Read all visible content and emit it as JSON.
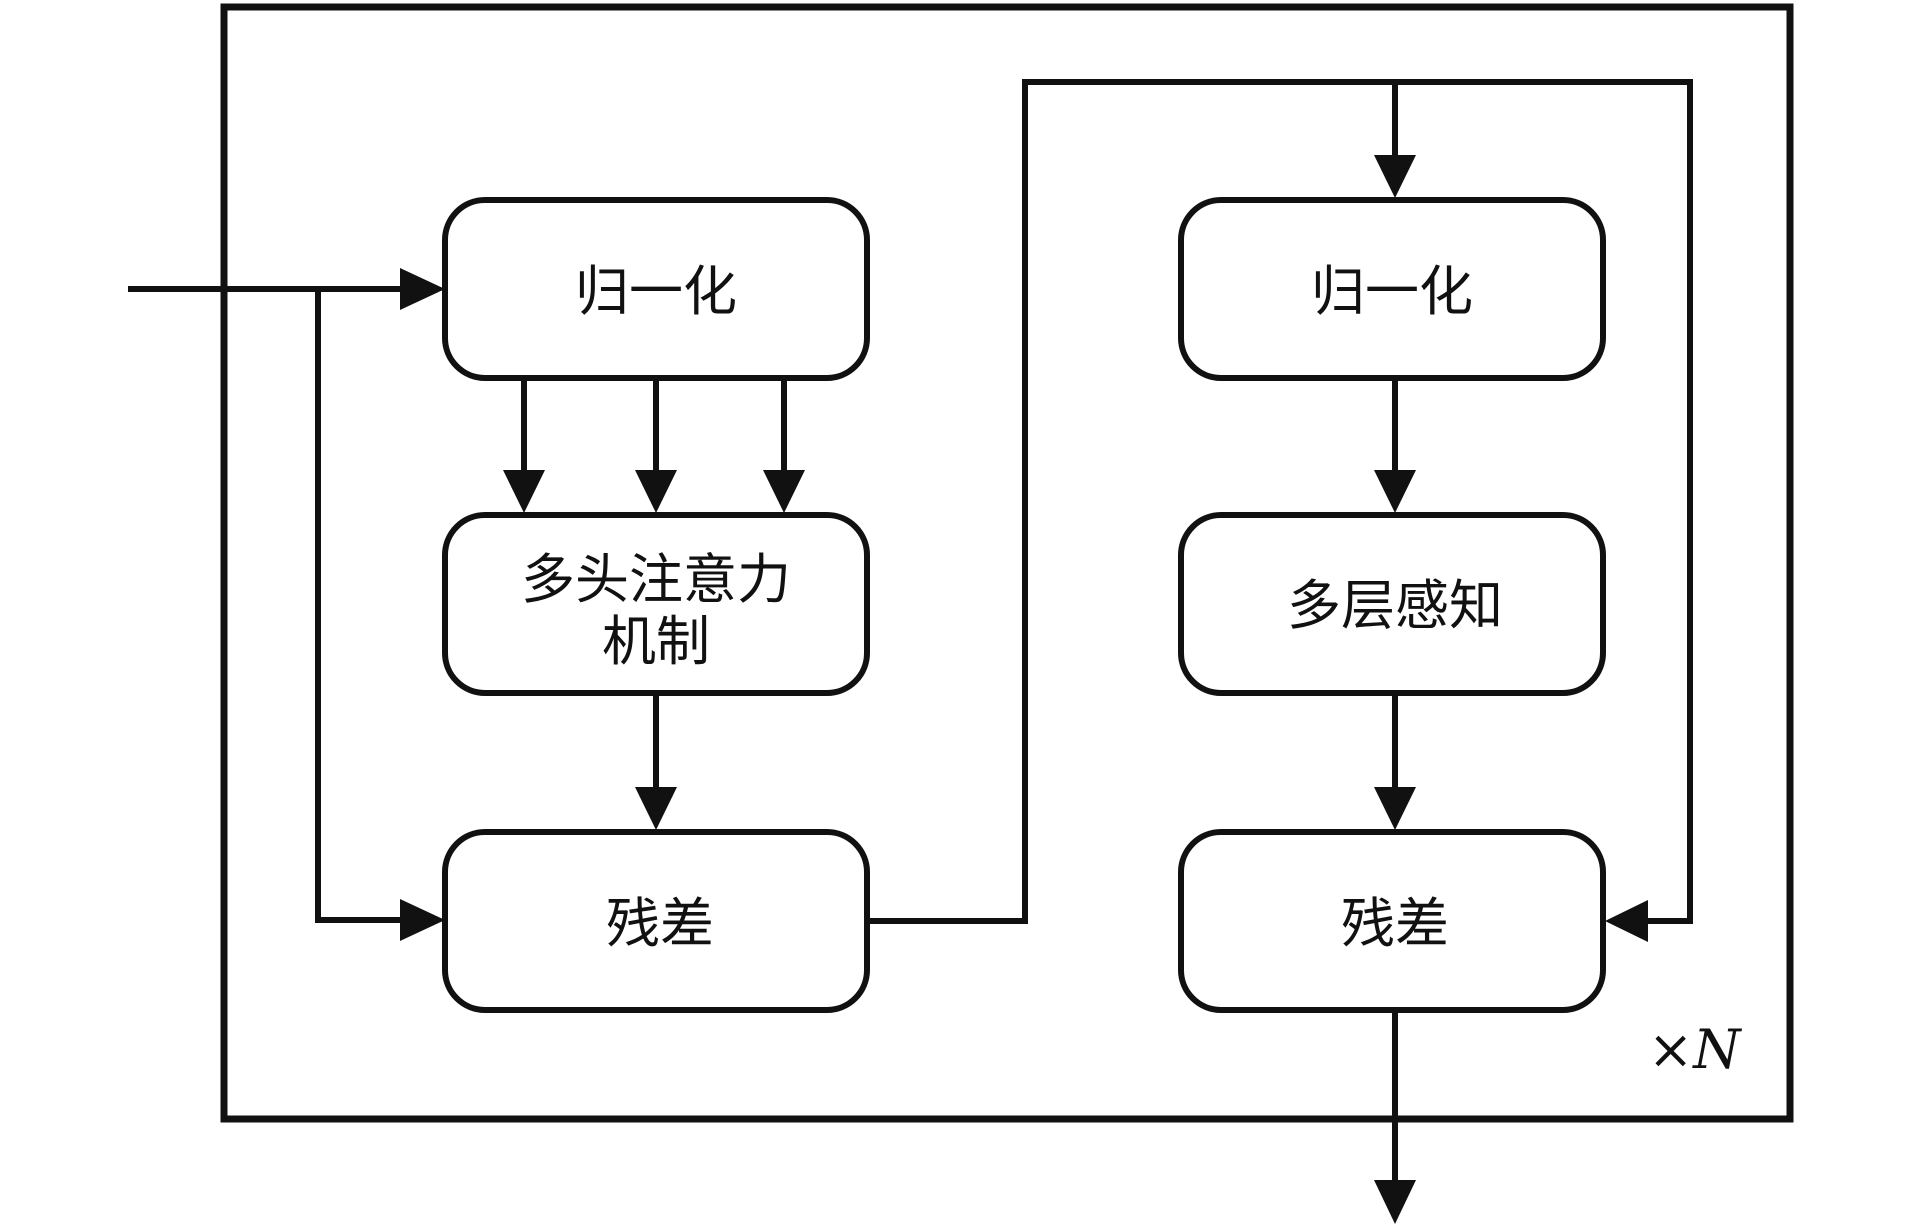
{
  "diagram": {
    "nodes": {
      "left_norm": {
        "label": "归一化"
      },
      "attention": {
        "label_line1": "多头注意力",
        "label_line2": "机制"
      },
      "left_residual": {
        "label": "残差"
      },
      "right_norm": {
        "label": "归一化"
      },
      "mlp": {
        "label": "多层感知"
      },
      "right_residual": {
        "label": "残差"
      }
    },
    "repeat_label": {
      "symbol": "×",
      "variable": "N"
    },
    "colors": {
      "stroke": "#111111",
      "background": "#ffffff"
    }
  }
}
